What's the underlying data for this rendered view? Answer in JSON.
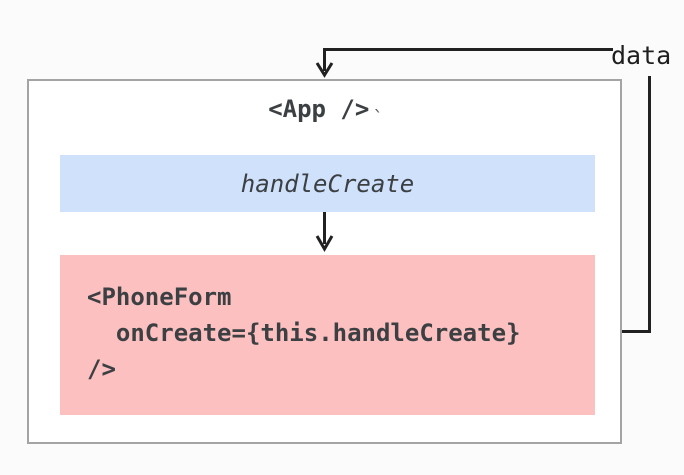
{
  "diagram": {
    "app": {
      "title": "<App />",
      "tick": "`"
    },
    "handler": {
      "label": "handleCreate"
    },
    "phone_form": {
      "lines": {
        "0": "<PhoneForm",
        "1": "  onCreate={this.handleCreate}",
        "2": "/>"
      }
    },
    "connector": {
      "label": "data"
    },
    "colors": {
      "handler_bg": "#cfe1fb",
      "phone_form_bg": "#fcc0c0",
      "box_border": "#a4a4a4",
      "connector_line": "#212121",
      "text": "#3c4043"
    }
  }
}
